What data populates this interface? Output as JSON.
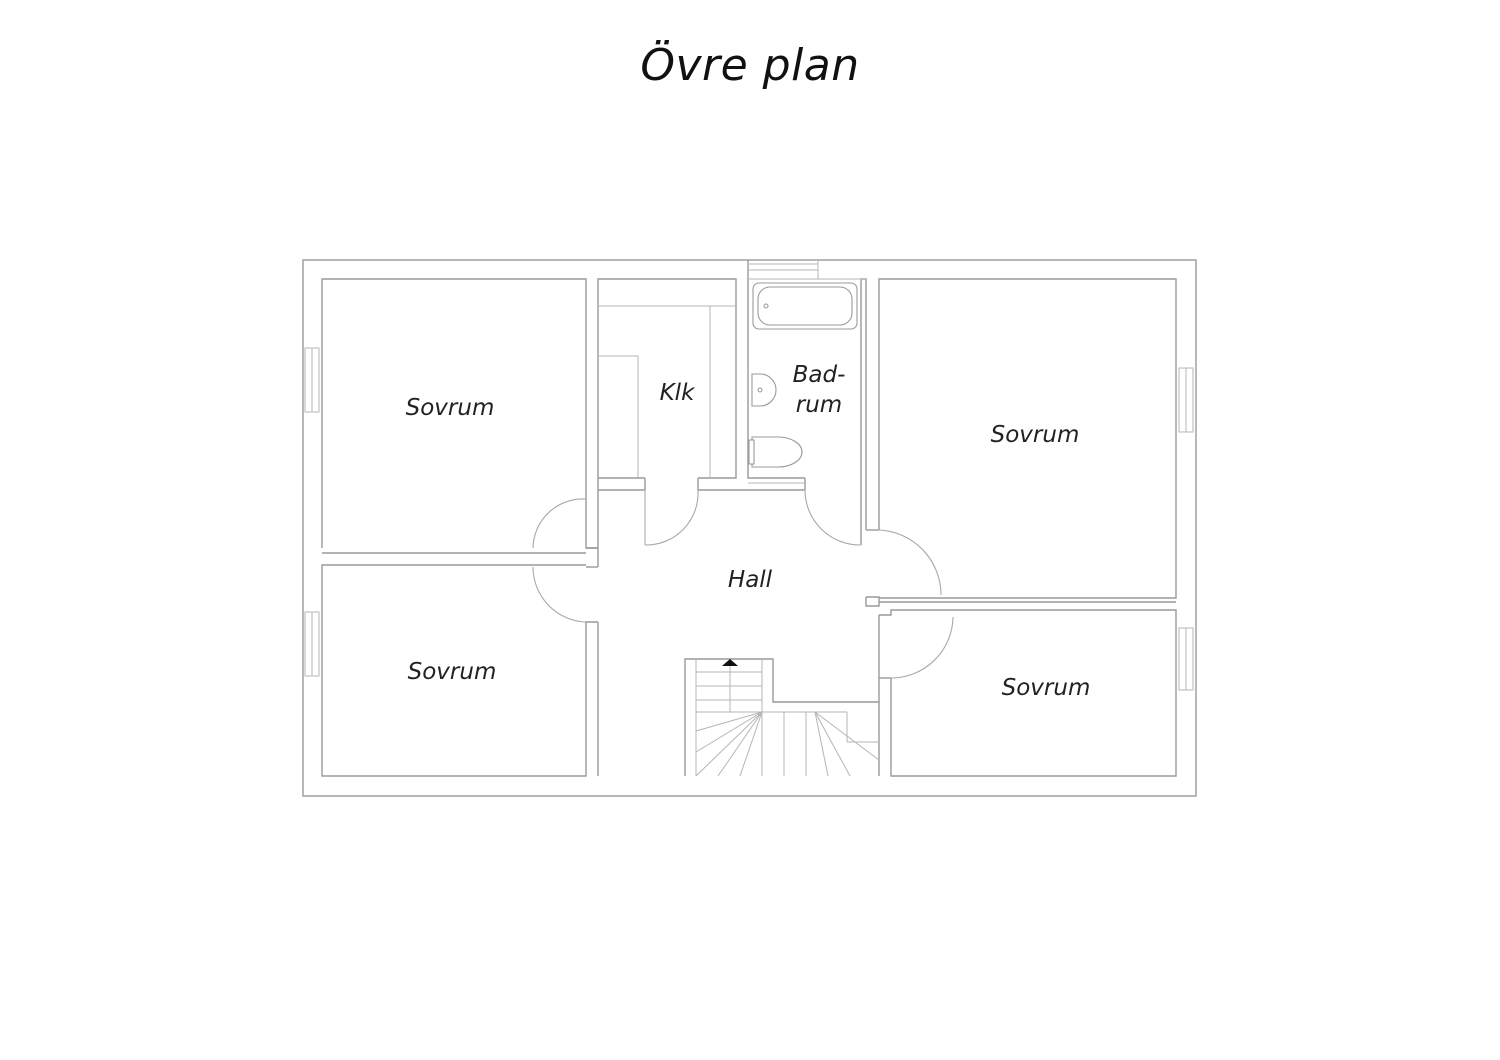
{
  "title": "Övre plan",
  "rooms": {
    "bedroom_top_left": "Sovrum",
    "bedroom_bottom_left": "Sovrum",
    "bedroom_top_right": "Sovrum",
    "bedroom_bottom_right": "Sovrum",
    "closet": "Klk",
    "bathroom_line1": "Bad-",
    "bathroom_line2": "rum",
    "hall": "Hall"
  },
  "colors": {
    "line": "#9a9a9a",
    "text": "#222222"
  },
  "icons": [
    "stair-arrow-up-icon",
    "bathtub-icon",
    "sink-icon",
    "toilet-icon"
  ]
}
